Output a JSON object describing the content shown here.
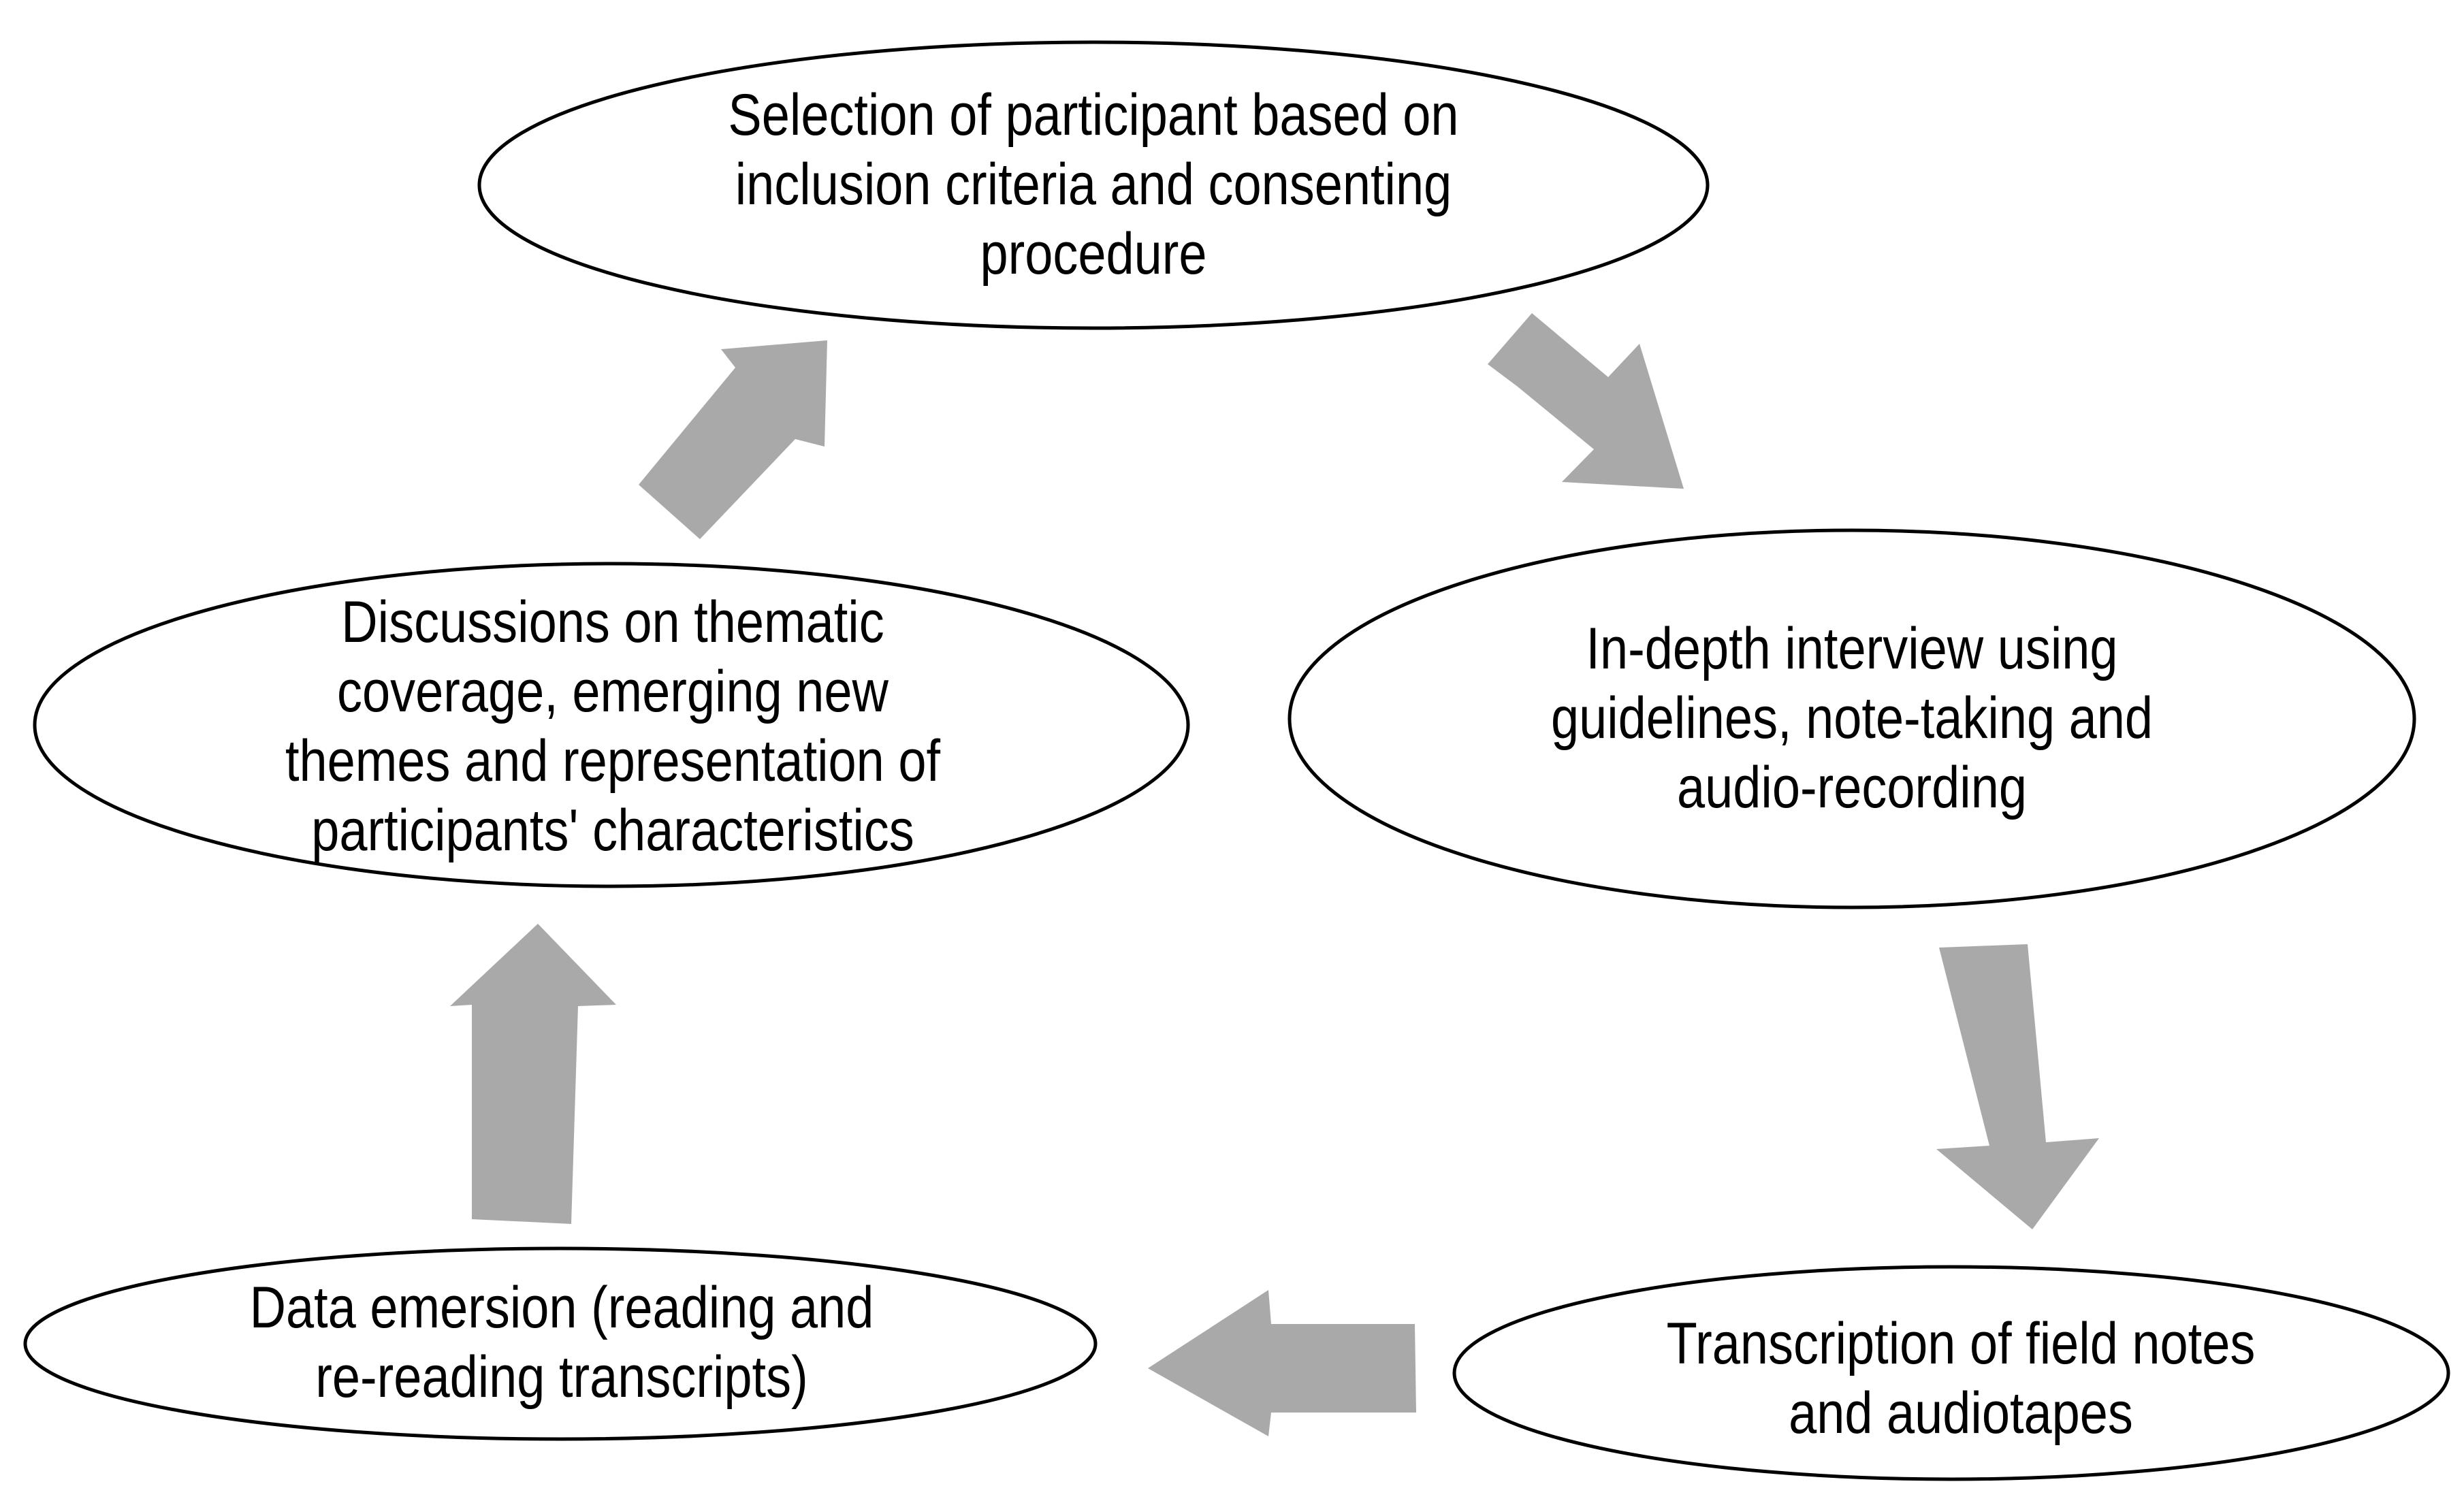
{
  "diagram": {
    "nodes": [
      {
        "id": "selection",
        "text": "Selection of participant based on\ninclusion criteria and consenting\nprocedure"
      },
      {
        "id": "interview",
        "text": "In-depth interview using\nguidelines, note-taking and\naudio-recording"
      },
      {
        "id": "transcription",
        "text": "Transcription of field notes\nand audiotapes"
      },
      {
        "id": "emersion",
        "text": "Data emersion (reading and\nre-reading transcripts)"
      },
      {
        "id": "discussion",
        "text": "Discussions on thematic\ncoverage, emerging new\nthemes and representation of\nparticipants' characteristics"
      }
    ],
    "edges": [
      {
        "from": "selection",
        "to": "interview"
      },
      {
        "from": "interview",
        "to": "transcription"
      },
      {
        "from": "transcription",
        "to": "emersion"
      },
      {
        "from": "emersion",
        "to": "discussion"
      },
      {
        "from": "discussion",
        "to": "selection"
      }
    ],
    "colors": {
      "arrow": "#a9a9a9",
      "node_fill": "#ffffff",
      "node_stroke": "#000000",
      "text": "#000000"
    }
  }
}
